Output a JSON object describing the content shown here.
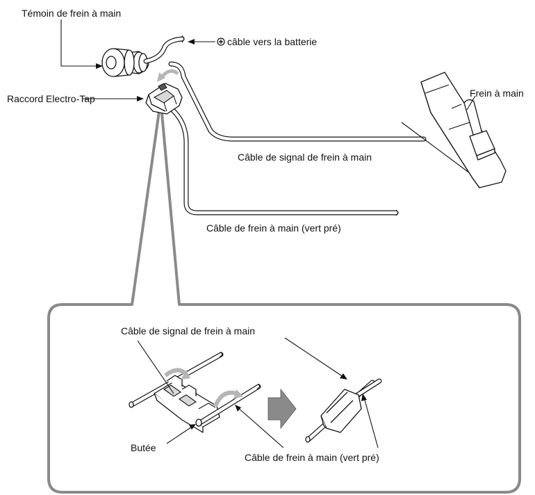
{
  "labels": {
    "indicator": "Témoin de frein à main",
    "battery_cable": "câble vers la batterie",
    "connector": "Raccord Electro-Tap",
    "handbrake": "Frein à main",
    "signal_cable": "Câble de signal de frein à main",
    "handbrake_cable": "Câble de frein à main (vert pré)",
    "detail_signal_cable": "Câble de signal de frein à main",
    "stop": "Butée",
    "detail_handbrake_cable": "Câble de frein à main (vert pré)"
  },
  "colors": {
    "line": "#111111",
    "callout_frame": "#8a8a8a",
    "arrow_fill": "#8a8a8a",
    "rotation_arrow": "#b5b5b5"
  },
  "icons": {
    "battery_polarity": "circled-plus-icon"
  }
}
